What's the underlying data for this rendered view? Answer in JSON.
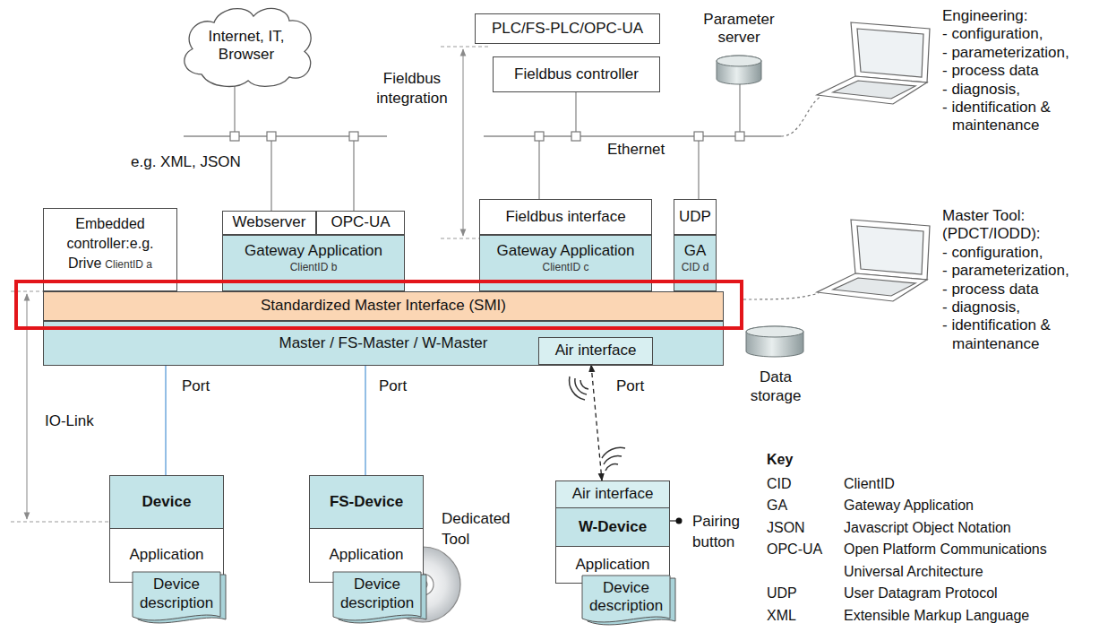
{
  "diagram": {
    "nodes": [
      {
        "text": [
          "Internet, IT, Browser"
        ]
      },
      {
        "text": [
          "PLC/FS-PLC/OPC-UA"
        ]
      },
      {
        "text": [
          "Fieldbus controller"
        ]
      },
      {
        "text": [
          "Parameter server"
        ]
      },
      {
        "text": [
          "Embedded controller:e.g. Drive",
          "ClientID a"
        ]
      },
      {
        "text": [
          "Webserver"
        ]
      },
      {
        "text": [
          "OPC-UA"
        ]
      },
      {
        "text": [
          "Gateway Application",
          "ClientID b"
        ]
      },
      {
        "text": [
          "Fieldbus interface"
        ]
      },
      {
        "text": [
          "Gateway Application",
          "ClientID c"
        ]
      },
      {
        "text": [
          "UDP"
        ]
      },
      {
        "text": [
          "GA",
          "CID d"
        ]
      },
      {
        "text": [
          "Standardized Master Interface (SMI)"
        ]
      },
      {
        "text": [
          "Master / FS-Master / W-Master"
        ]
      },
      {
        "text": [
          "Air interface"
        ],
        "in": 13
      },
      {
        "text": [
          "Data storage"
        ]
      },
      {
        "text": [
          "Device"
        ]
      },
      {
        "text": [
          "Application"
        ],
        "in": 16
      },
      {
        "text": [
          "Device description"
        ]
      },
      {
        "text": [
          "FS-Device"
        ]
      },
      {
        "text": [
          "Application"
        ],
        "in": 19
      },
      {
        "text": [
          "Device description"
        ]
      },
      {
        "text": [
          "W-Device"
        ]
      },
      {
        "text": [
          "Air interface"
        ],
        "in": 22
      },
      {
        "text": [
          "Application"
        ],
        "in": 22
      },
      {
        "text": [
          "Device description"
        ]
      }
    ],
    "edges": [
      {
        "from": 13,
        "to": 16,
        "arrow": "none",
        "label": "Port"
      },
      {
        "from": 13,
        "to": 19,
        "arrow": "none",
        "label": "Port"
      },
      {
        "from": 14,
        "to": 23,
        "arrow": "both",
        "label": "Port"
      }
    ],
    "labels": [
      "Fieldbus integration",
      "e.g. XML, JSON",
      "Ethernet",
      "Engineering:",
      "- configuration,",
      "- parameterization,",
      "- process data",
      "- diagnosis,",
      "- identification & maintenance",
      "Master Tool:",
      "(PDCT/IODD):",
      "- configuration,",
      "- parameterization,",
      "- process data",
      "- diagnosis,",
      "- identification & maintenance",
      "IO-Link",
      "Dedicated Tool",
      "Pairing button",
      "Key",
      "CID",
      "ClientID",
      "GA",
      "Gateway Application",
      "JSON",
      "Javascript Object Notation",
      "OPC-UA",
      "Open Platform Communications Universal Architecture",
      "UDP",
      "User Datagram Protocol",
      "XML",
      "Extensible Markup Language"
    ]
  }
}
